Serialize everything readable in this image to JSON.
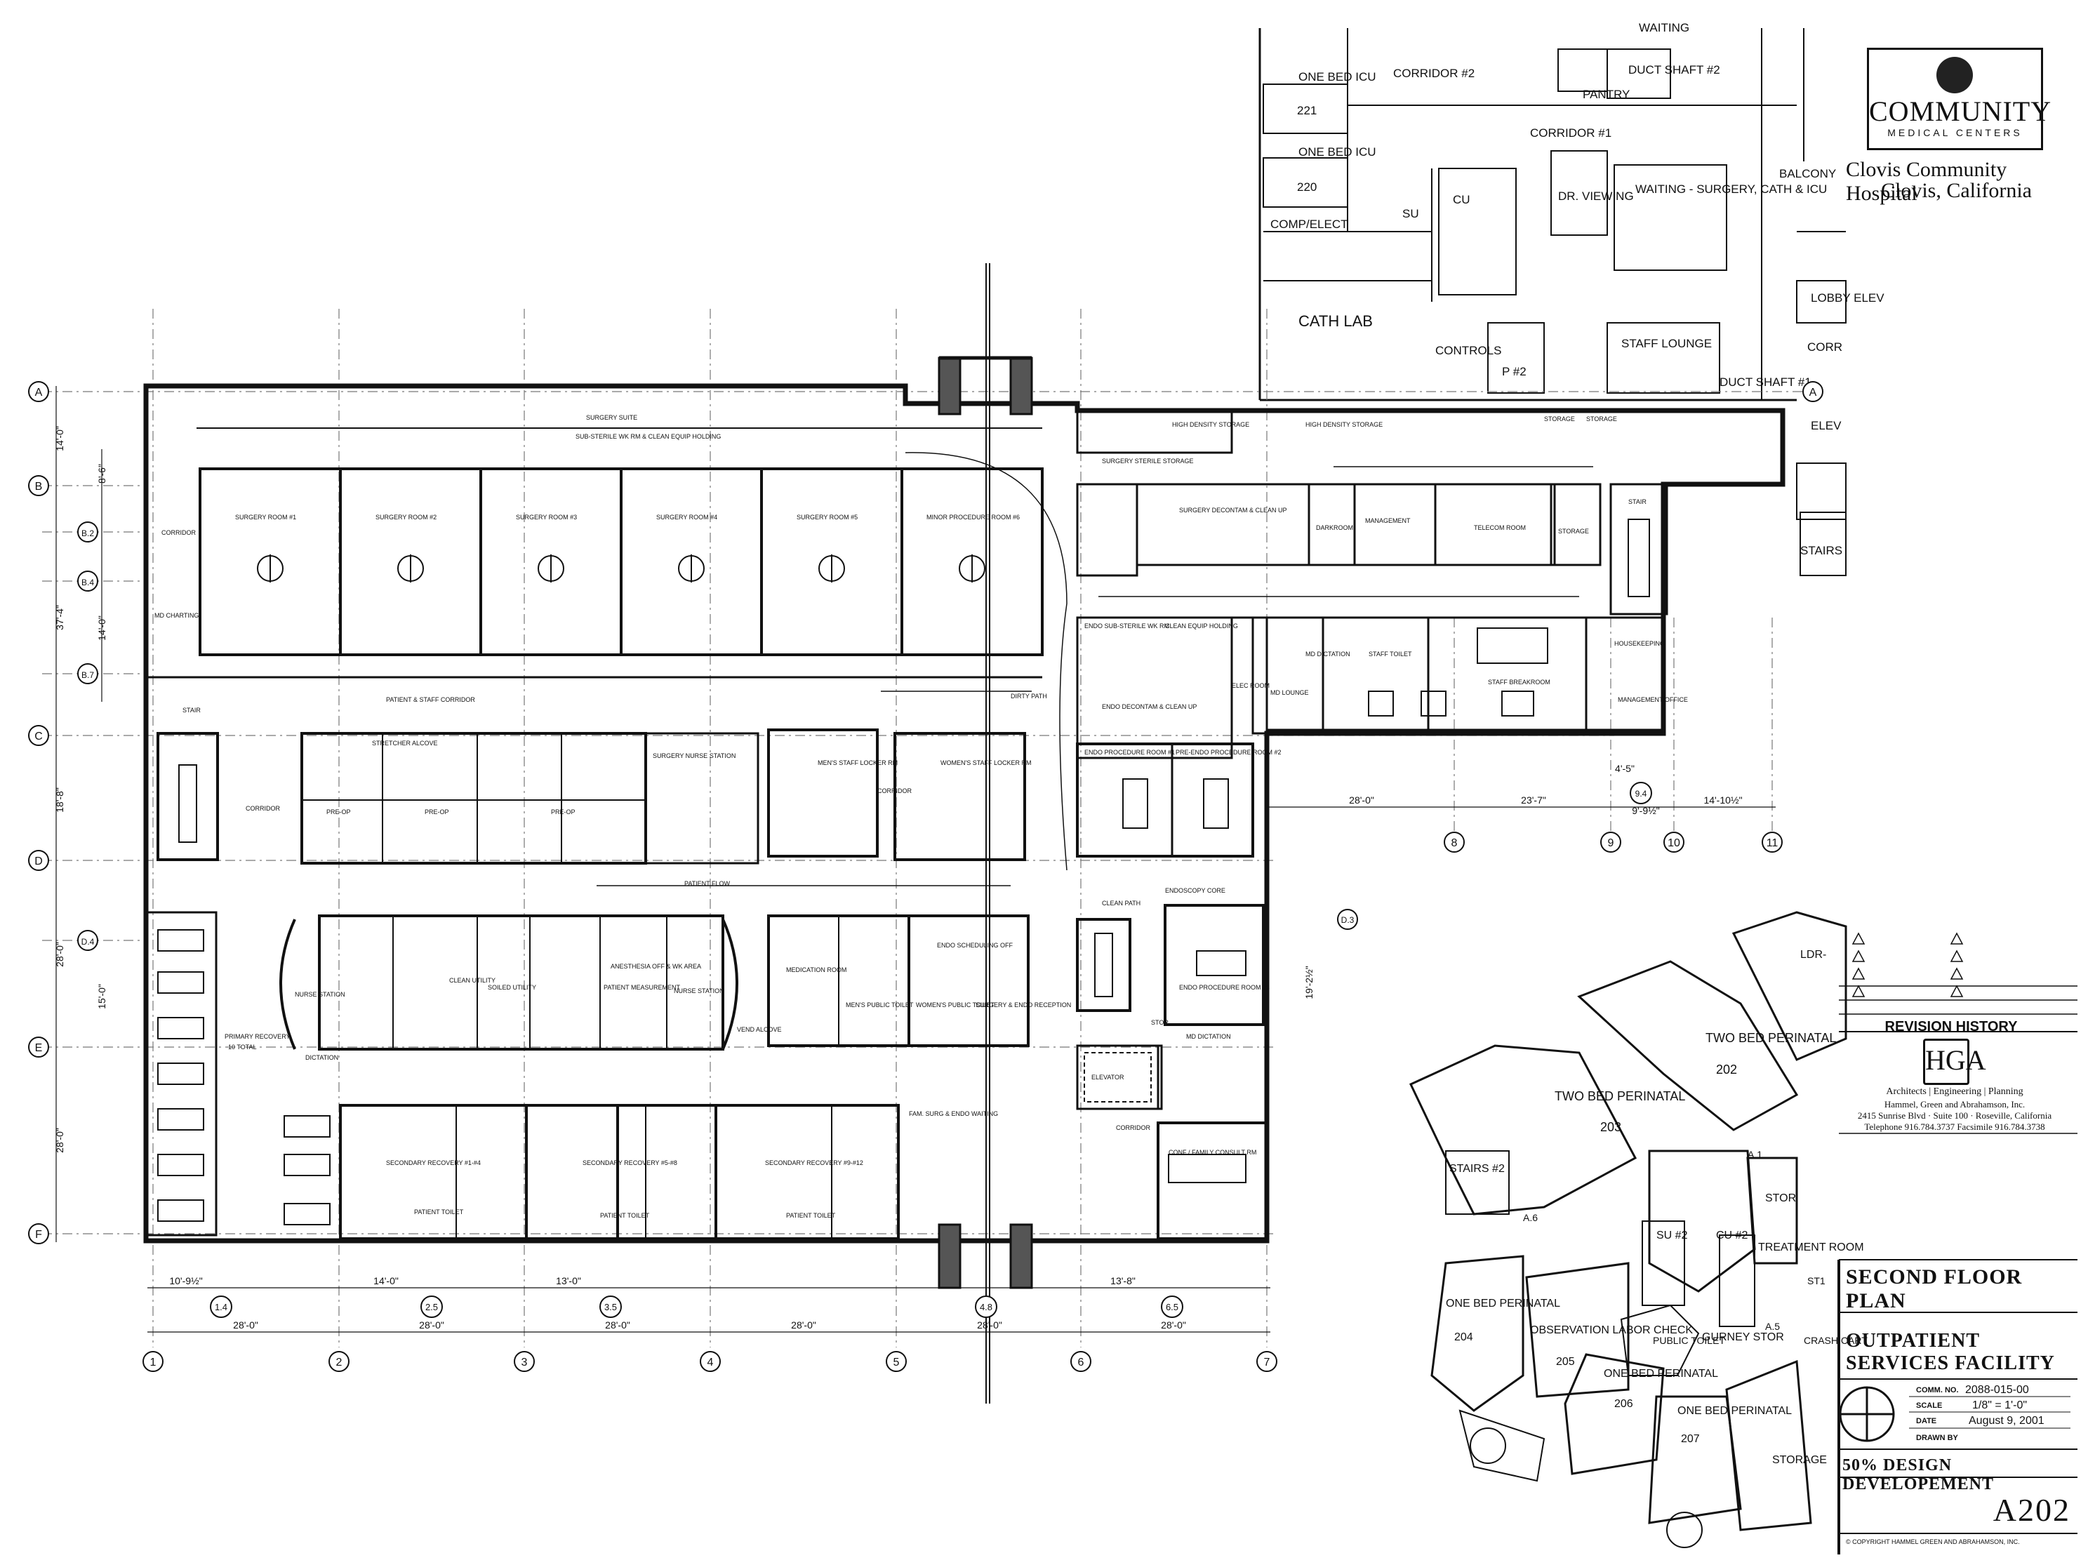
{
  "title_block": {
    "logo_text": "COMMUNITY",
    "logo_subtext": "MEDICAL CENTERS",
    "client_name": "Clovis Community Hospital",
    "client_location": "Clovis, California",
    "revision_history": "REVISION HISTORY",
    "architect_mark": "HGA",
    "architect_name": "Architects | Engineering | Planning",
    "architect_firm": "Hammel, Green and Abrahamson, Inc.",
    "architect_address": "2415 Sunrise Blvd · Suite 100 · Roseville, California",
    "architect_phone": "Telephone 916.784.3737  Facsimile 916.784.3738",
    "sheet_title": "SECOND FLOOR PLAN",
    "facility_line1": "OUTPATIENT",
    "facility_line2": "SERVICES FACILITY",
    "comm_no_label": "COMM. NO.",
    "comm_no": "2088-015-00",
    "scale_label": "SCALE",
    "scale": "1/8\" = 1'-0\"",
    "date_label": "DATE",
    "date": "August 9, 2001",
    "drawn_by_label": "DRAWN BY",
    "phase": "50% DESIGN DEVELOPEMENT",
    "sheet_number": "A202",
    "copyright": "© COPYRIGHT HAMMEL GREEN AND ABRAHAMSON, INC."
  },
  "grid": {
    "rows": [
      "A",
      "B",
      "B.2",
      "B.4",
      "B.7",
      "C",
      "D",
      "D.4",
      "E",
      "F"
    ],
    "right_rows": [
      "A",
      "D.3"
    ],
    "columns_bottom": [
      "1",
      "2",
      "3",
      "4",
      "5",
      "6",
      "7"
    ],
    "columns_sub": [
      "1.4",
      "2.5",
      "3.5",
      "4.8",
      "6.5"
    ],
    "columns_right": [
      "8",
      "9",
      "9.4",
      "10",
      "11"
    ],
    "dims_bottom": [
      "28'-0\"",
      "28'-0\"",
      "28'-0\"",
      "28'-0\"",
      "28'-0\"",
      "28'-0\""
    ],
    "dims_sub": [
      "10'-9½\"",
      "14'-0\"",
      "13'-0\"",
      "13'-8\""
    ],
    "dims_right": [
      "28'-0\"",
      "23'-7\"",
      "9'-9½\"",
      "14'-10½\"",
      "4'-5\""
    ],
    "dims_left": [
      "14'-0\"",
      "8'-6\"",
      "37'-4\"",
      "14'-0\"",
      "18'-8\"",
      "28'-0\"",
      "15'-0\"",
      "28'-0\"",
      "19'-2½\""
    ]
  },
  "existing_building": {
    "rooms": [
      {
        "name": "ONE BED ICU",
        "number": "221"
      },
      {
        "name": "ONE BED ICU",
        "number": "220"
      }
    ],
    "labels": [
      "CORRIDOR #2",
      "CORRIDOR #1",
      "PANTRY",
      "DUCT SHAFT #2",
      "DUCT SHAFT #1",
      "COMP/ELECT",
      "SU",
      "CU",
      "DR. VIEWING",
      "WAITING - SURGERY, CATH & ICU",
      "CATH LAB",
      "CONTROLS",
      "P #2",
      "STAFF LOUNGE",
      "BALCONY",
      "LOBBY ELEV",
      "CORR",
      "ELEV",
      "STAIRS",
      "WAITING"
    ]
  },
  "tower": {
    "rooms": [
      {
        "name": "TWO BED PERINATAL",
        "number": "202"
      },
      {
        "name": "TWO BED PERINATAL",
        "number": "203"
      },
      {
        "name": "ONE BED PERINATAL",
        "number": "204"
      },
      {
        "name": "OBSERVATION LABOR CHECK",
        "number": "205"
      },
      {
        "name": "ONE BED PERINATAL",
        "number": "206"
      },
      {
        "name": "ONE BED PERINATAL",
        "number": "207"
      }
    ],
    "labels": [
      "LDR-",
      "STAIRS #2",
      "STOR",
      "SU #2",
      "CU #2",
      "TREATMENT ROOM",
      "PUBLIC TOILET",
      "GURNEY STOR",
      "STORAGE",
      "CRASH CART",
      "A.1",
      "A.5",
      "A.6",
      "ST1"
    ]
  },
  "plan_labels": [
    "SURGERY SUITE",
    "SUB-STERILE WK RM & CLEAN EQUIP HOLDING",
    "SURGERY STERILE STORAGE",
    "HIGH DENSITY STORAGE",
    "HIGH DENSITY STORAGE",
    "SURGERY ROOM #1",
    "SURGERY ROOM #2",
    "SURGERY ROOM #3",
    "SURGERY ROOM #4",
    "SURGERY ROOM #5",
    "MINOR PROCEDURE ROOM #6",
    "CORRIDOR",
    "PATIENT & STAFF CORRIDOR",
    "STAIR",
    "MD CHARTING",
    "PRE-OP",
    "PRE-OP",
    "PRE-OP",
    "STRETCHER ALCOVE",
    "SURGERY NURSE STATION",
    "MEN'S STAFF LOCKER RM",
    "WOMEN'S STAFF LOCKER RM",
    "CORRIDOR",
    "CORRIDOR",
    "DIRTY PATH",
    "CLEAN PATH",
    "SURGERY DECONTAM & CLEAN UP",
    "DARKROOM",
    "MANAGEMENT",
    "TELECOM ROOM",
    "STORAGE",
    "STORAGE",
    "STORAGE",
    "STAIR",
    "ENDO SUB-STERILE WK RM",
    "CLEAN EQUIP HOLDING",
    "ELEC ROOM",
    "ENDO DECONTAM & CLEAN UP",
    "ENDO PROCEDURE ROOM #1",
    "PRE-ENDO PROCEDURE ROOM #2",
    "MD LOUNGE",
    "MD DICTATION",
    "STAFF TOILET",
    "STAFF BREAKROOM",
    "MANAGEMENT OFFICE",
    "HOUSEKEEPING",
    "PRIMARY RECOVERY",
    "10 TOTAL",
    "NURSE STATION",
    "DICTATION",
    "SOILED UTILITY",
    "CLEAN UTILITY",
    "PATIENT MEASUREMENT",
    "ANESTHESIA OFF & WK AREA",
    "NURSE STATION",
    "MEDICATION ROOM",
    "MEN'S PUBLIC TOILET",
    "WOMEN'S PUBLIC TOILET",
    "ENDO SCHEDULING OFF",
    "SURGERY & ENDO RECEPTION",
    "ENDOSCOPY CORE",
    "ENDO PROCEDURE ROOM #3",
    "MD DICTATION",
    "STOR",
    "ELEVATOR",
    "SECONDARY RECOVERY #1-#4",
    "SECONDARY RECOVERY #5-#8",
    "SECONDARY RECOVERY #9-#12",
    "PATIENT TOILET",
    "PATIENT TOILET",
    "PATIENT TOILET",
    "FAM. SURG & ENDO WAITING",
    "CONF / FAMILY CONSULT RM",
    "CORRIDOR",
    "VEND ALCOVE",
    "PATIENT FLOW"
  ]
}
